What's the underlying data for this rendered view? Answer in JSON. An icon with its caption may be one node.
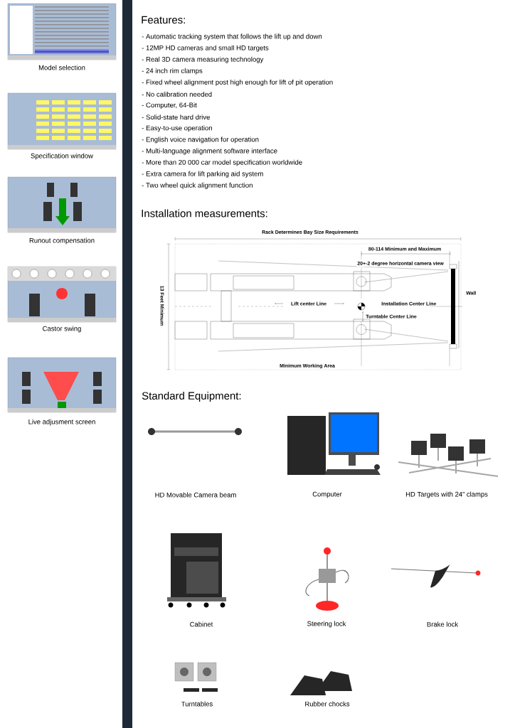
{
  "diagram": {
    "labels": [
      "Model selection",
      "Specification window",
      "Runout compensation",
      "Castor swing",
      "Live adjusment screen",
      "Features:",
      "- Automatic tracking system that follows the lift up and down",
      "- 12MP HD cameras and small HD targets",
      "- Real 3D camera measuring technology",
      "- 24 inch rim clamps",
      "- Fixed wheel alignment post high enough for lift of pit operation",
      "- No calibration needed",
      "- Computer, 64-Bit",
      "- Solid-state hard drive",
      "- Easy-to-use operation",
      "- English voice navigation for operation",
      "- Multi-language alignment software interface",
      "- More than 20 000 car model specification worldwide",
      "- Extra camera for lift parking aid system",
      "- Two wheel quick alignment function",
      "Installation measurements:",
      "Rack Determines Bay Size Requirements",
      "80-114 Minimum and Maximum",
      "20+-2 degree horizontal camera view",
      "Wall",
      "Lift center Line",
      "Installation Center Line",
      "Turntable Center Line",
      "13 Feet Minimum",
      "Minimum Working Area",
      "Standard Equipment:",
      "HD Movable Camera beam",
      "Computer",
      "HD Targets with 24” clamps",
      "Cabinet",
      "Steering lock",
      "Brake lock",
      "Turntables",
      "Rubber chocks"
    ]
  }
}
